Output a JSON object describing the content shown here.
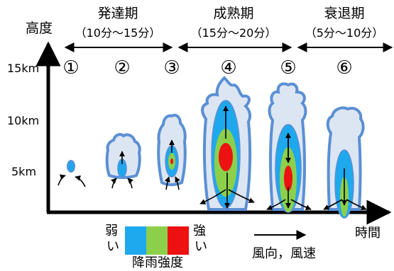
{
  "axes": {
    "y_label": "高度",
    "x_label": "時間",
    "ticks": [
      "15km",
      "10km",
      "5km"
    ]
  },
  "stages": [
    {
      "name": "発達期",
      "period": "（10分〜15分）"
    },
    {
      "name": "成熟期",
      "period": "（15分〜20分）"
    },
    {
      "name": "衰退期",
      "period": "（5分〜10分）"
    }
  ],
  "step_numbers": [
    "①",
    "②",
    "③",
    "④",
    "⑤",
    "⑥"
  ],
  "legend": {
    "weak": "弱い",
    "strong": "強い",
    "title": "降雨強度",
    "colors": [
      "#1ea8ee",
      "#8ccf4b",
      "#ee1111"
    ]
  },
  "wind": {
    "label": "風向，風速"
  },
  "colors": {
    "cloud_fill": "#dce6f2",
    "cloud_outline": "#5b8fd4",
    "rain_weak": "#1ea8ee",
    "rain_medium": "#8ccf4b",
    "rain_strong": "#ee1111"
  },
  "icons": {
    "axis_arrow": "arrow-head",
    "updraft": "arrow-up",
    "downdraft": "arrow-down"
  }
}
